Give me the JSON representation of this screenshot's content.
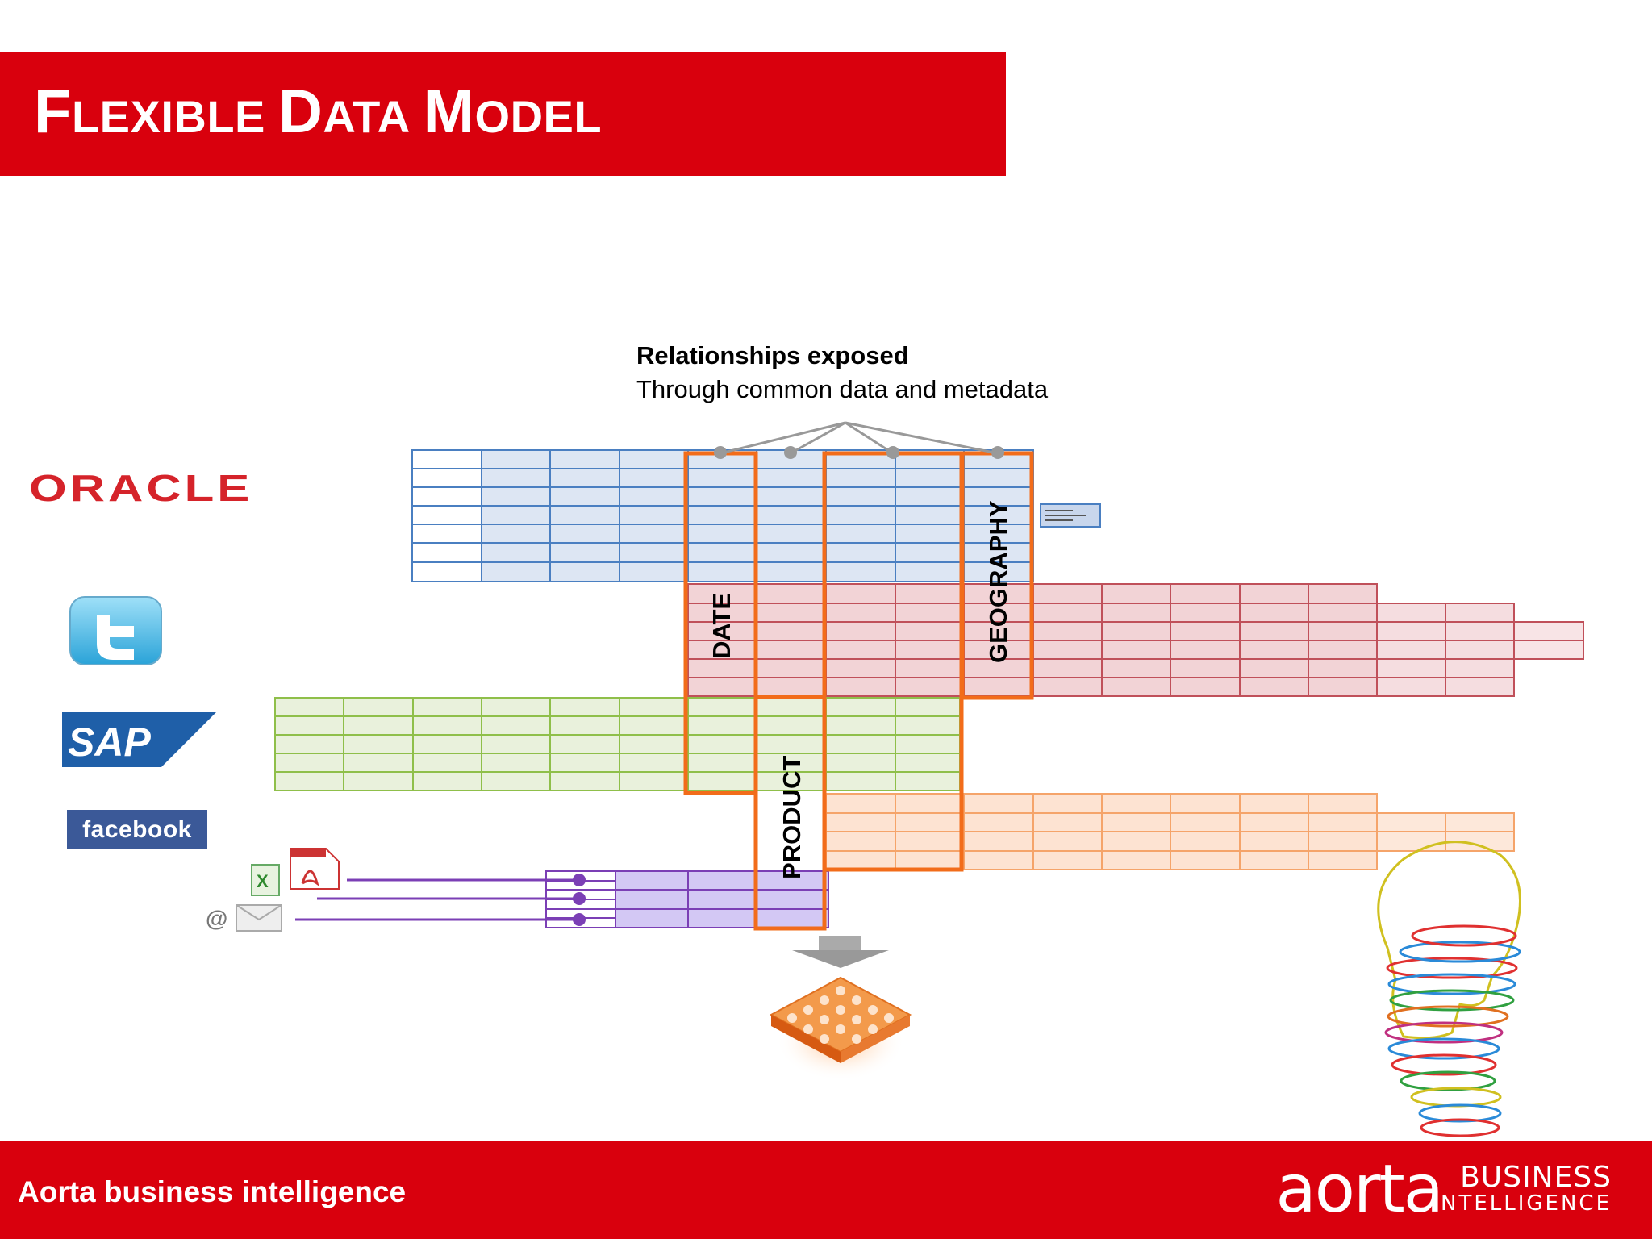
{
  "slide": {
    "title_first_letters": [
      "F",
      "D",
      "M"
    ],
    "title_rest": [
      "LEXIBLE",
      "ATA",
      "ODEL"
    ],
    "title": "Flexible Data Model"
  },
  "annotation": {
    "title": "Relationships exposed",
    "subtitle": "Through common data and metadata"
  },
  "dimensions": {
    "date": "DATE",
    "product": "PRODUCT",
    "geography": "GEOGRAPHY"
  },
  "sources": {
    "oracle": "ORACLE",
    "sap": "SAP",
    "facebook": "facebook",
    "email": "@"
  },
  "footer": {
    "text": "Aorta business intelligence",
    "brand_main": "aorta",
    "brand_sub1": "BUSINESS",
    "brand_sub2": "INTELLIGENCE"
  },
  "colors": {
    "brand_red": "#d9000d",
    "highlight_orange": "#f26c1a",
    "table_blue": "#4a7fc1",
    "table_red": "#c0505a",
    "table_green": "#8fbf4a",
    "table_orange": "#f5a46a",
    "table_purple": "#7b3fb5"
  }
}
